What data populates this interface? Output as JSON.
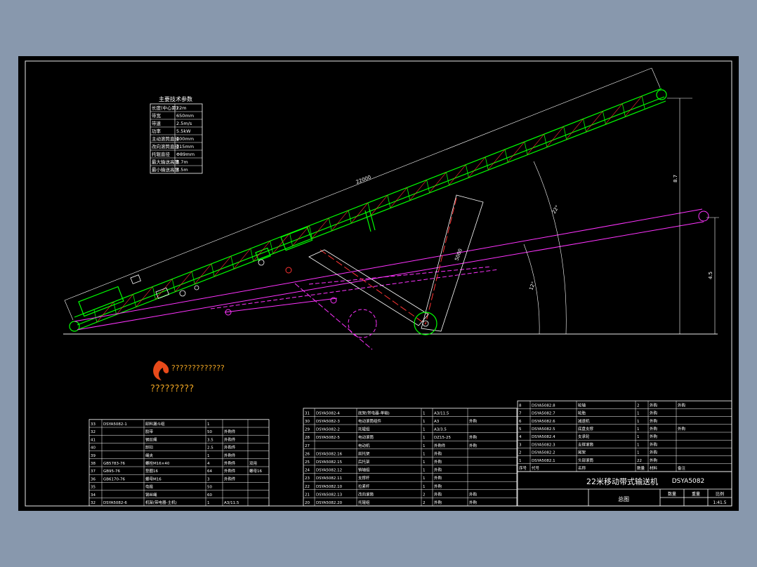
{
  "params_table": {
    "title": "主要技术参数",
    "rows": [
      {
        "label": "长度(中心距)",
        "value": "22m"
      },
      {
        "label": "带宽",
        "value": "650mm"
      },
      {
        "label": "带速",
        "value": "2.5m/s"
      },
      {
        "label": "功率",
        "value": "5.5kW"
      },
      {
        "label": "主动滚筒直径",
        "value": "400mm"
      },
      {
        "label": "改向滚筒直径",
        "value": "315mm"
      },
      {
        "label": "托辊直径",
        "value": "Φ89mm"
      },
      {
        "label": "最大输送高度",
        "value": "8.7m"
      },
      {
        "label": "最小输送高度",
        "value": "4.5m"
      }
    ]
  },
  "dimensions": {
    "belt_length": "22000",
    "max_height": "8.7",
    "min_height": "4.5",
    "strut_length": "5000",
    "angle_high": "22°",
    "angle_low": "12°"
  },
  "logo_text": "?????????????",
  "logo_subtext": "?????????",
  "bom_left": [
    {
      "no": "33",
      "code": "DSYA5082-1",
      "name": "卸料漏斗组",
      "qty": "1",
      "mat": "",
      "note": ""
    },
    {
      "no": "32",
      "code": "",
      "name": "胶带",
      "qty": "50",
      "mat": "外购件",
      "note": ""
    },
    {
      "no": "41",
      "code": "",
      "name": "钢丝绳",
      "qty": "3.5",
      "mat": "外购件",
      "note": ""
    },
    {
      "no": "40",
      "code": "",
      "name": "卸扣",
      "qty": "2.5",
      "mat": "外购件",
      "note": ""
    },
    {
      "no": "39",
      "code": "",
      "name": "绳夹",
      "qty": "1",
      "mat": "外购件",
      "note": ""
    },
    {
      "no": "38",
      "code": "GB5783-76",
      "name": "螺栓M16×40",
      "qty": "4",
      "mat": "外购件",
      "note": "双用"
    },
    {
      "no": "37",
      "code": "GB95-76",
      "name": "垫圈16",
      "qty": "64",
      "mat": "外购件",
      "note": "螺母16"
    },
    {
      "no": "36",
      "code": "GB6170-76",
      "name": "螺母M16",
      "qty": "3",
      "mat": "外购件",
      "note": ""
    },
    {
      "no": "35",
      "code": "",
      "name": "电缆",
      "qty": "50",
      "mat": "",
      "note": ""
    },
    {
      "no": "34",
      "code": "",
      "name": "钢丝绳",
      "qty": "60",
      "mat": "",
      "note": ""
    },
    {
      "no": "32",
      "code": "DSYA5082-6",
      "name": "机架(带电器-主机)",
      "qty": "1",
      "mat": "A3/11.5",
      "note": ""
    }
  ],
  "bom_mid": [
    {
      "no": "31",
      "code": "DSYA5082-4",
      "name": "底架(带电器-单轴)",
      "qty": "1",
      "mat": "A3/11.5",
      "note": ""
    },
    {
      "no": "30",
      "code": "DSYA5082-3",
      "name": "电动滚筒组件",
      "qty": "1",
      "mat": "A3",
      "note": "外购"
    },
    {
      "no": "29",
      "code": "DSYA5082-2",
      "name": "托辊组",
      "qty": "1",
      "mat": "A3/3.5",
      "note": ""
    },
    {
      "no": "28",
      "code": "DSYA5082-5",
      "name": "电动滚筒",
      "qty": "1",
      "mat": "DZ15-25",
      "note": "外购"
    },
    {
      "no": "27",
      "code": "",
      "name": "电动机",
      "qty": "1",
      "mat": "外购件",
      "note": "外购"
    },
    {
      "no": "26",
      "code": "DSYA5082.16",
      "name": "前托架",
      "qty": "1",
      "mat": "外购",
      "note": ""
    },
    {
      "no": "25",
      "code": "DSYA5082.15",
      "name": "后托架",
      "qty": "1",
      "mat": "外购",
      "note": ""
    },
    {
      "no": "24",
      "code": "DSYA5082.12",
      "name": "销轴组",
      "qty": "1",
      "mat": "外购",
      "note": ""
    },
    {
      "no": "23",
      "code": "DSYA5082.11",
      "name": "支撑杆",
      "qty": "1",
      "mat": "外购",
      "note": ""
    },
    {
      "no": "22",
      "code": "DSYA5082.10",
      "name": "拉紧杆",
      "qty": "1",
      "mat": "外购",
      "note": ""
    },
    {
      "no": "21",
      "code": "DSYA5082.13",
      "name": "改向滚筒",
      "qty": "2",
      "mat": "外购",
      "note": "外购"
    },
    {
      "no": "20",
      "code": "DSYA5082.20",
      "name": "托辊组",
      "qty": "2",
      "mat": "外购",
      "note": "外购"
    }
  ],
  "bom_right": [
    {
      "no": "8",
      "code": "DSYA5082.8",
      "name": "轮轴",
      "qty": "2",
      "mat": "外购",
      "note": "外购"
    },
    {
      "no": "7",
      "code": "DSYA5082.7",
      "name": "轮胎",
      "qty": "1",
      "mat": "外购",
      "note": ""
    },
    {
      "no": "6",
      "code": "DSYA5082.6",
      "name": "减速机",
      "qty": "1",
      "mat": "外购",
      "note": ""
    },
    {
      "no": "5",
      "code": "DSYA5082.5",
      "name": "底盘支撑",
      "qty": "1",
      "mat": "外购",
      "note": "外购"
    },
    {
      "no": "4",
      "code": "DSYA5082.4",
      "name": "支承轮",
      "qty": "1",
      "mat": "外购",
      "note": ""
    },
    {
      "no": "3",
      "code": "DSYA5082.3",
      "name": "支撑滚筒",
      "qty": "1",
      "mat": "外购",
      "note": ""
    },
    {
      "no": "2",
      "code": "DSYA5082.2",
      "name": "尾架",
      "qty": "1",
      "mat": "外购",
      "note": ""
    },
    {
      "no": "1",
      "code": "DSYA5082.1",
      "name": "头部滚筒",
      "qty": "22",
      "mat": "外购",
      "note": ""
    }
  ],
  "bom_header": {
    "no": "序号",
    "code": "代号",
    "name": "名称",
    "qty": "数量",
    "mat": "材料",
    "note": "备注"
  },
  "title_block": {
    "title": "22米移动带式输送机",
    "drawing_no": "DSYA5082",
    "subtitle": "总图",
    "scale_label": "比例",
    "scale": "1:41.5",
    "qty_label": "数量",
    "weight_label": "重量"
  }
}
